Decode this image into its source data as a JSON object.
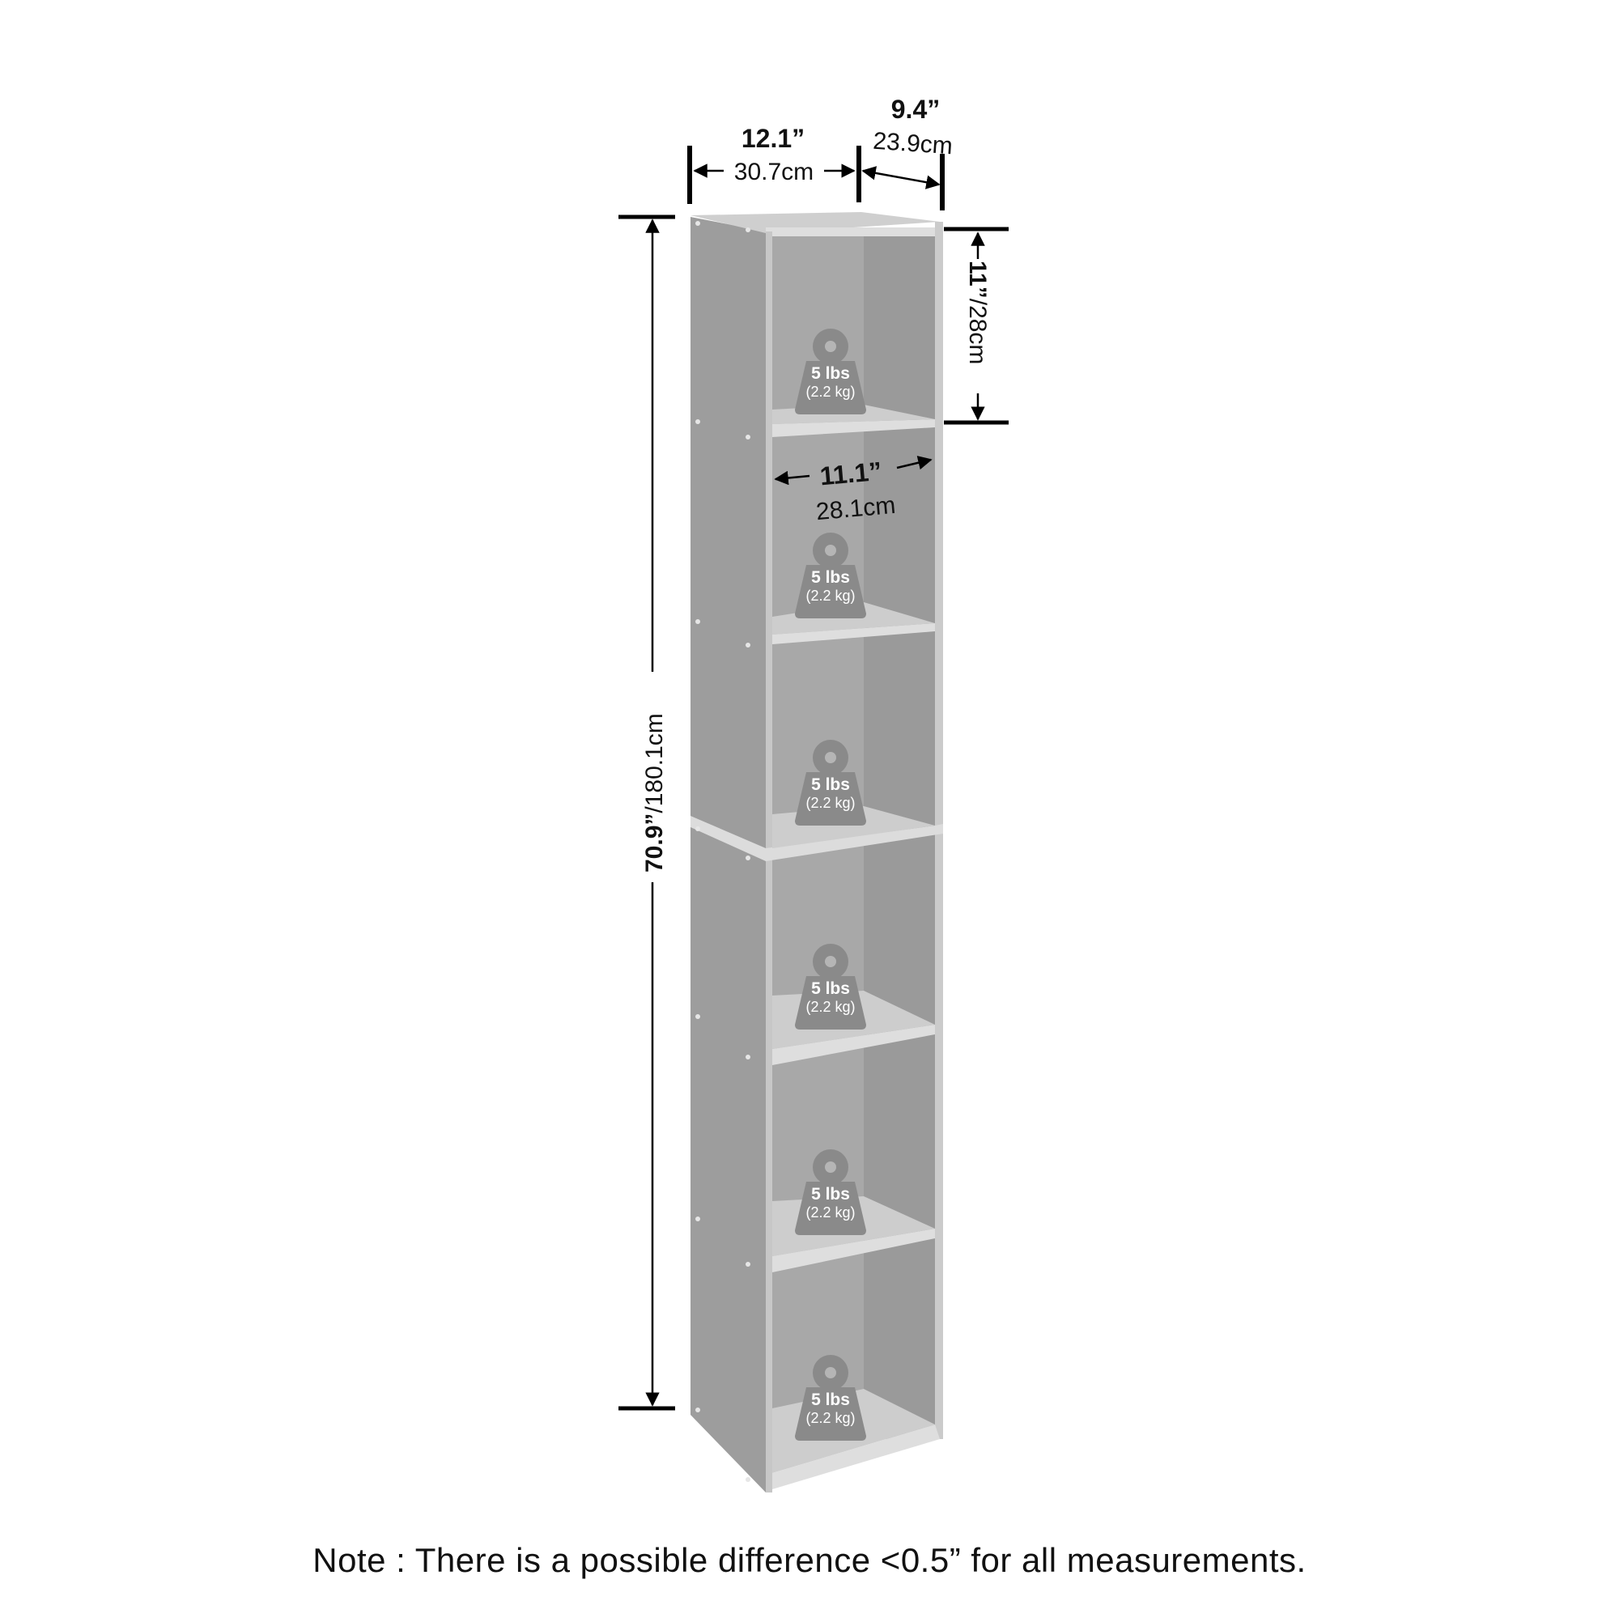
{
  "diagram": {
    "subject": "6-cube tall narrow bookcase / storage tower",
    "colors": {
      "background": "#ffffff",
      "panel_side": "#9d9d9d",
      "panel_back_left": "#a6a6a6",
      "panel_back_right": "#999999",
      "shelf_top_face": "#cfcfcf",
      "shelf_edge": "#dcdcdc",
      "front_edge": "#c8c8c8",
      "weight_icon": "#8a8a8a",
      "dimension_lines": "#000000"
    },
    "dimensions": {
      "width": {
        "imperial": "12.1”",
        "metric": "30.7cm"
      },
      "depth": {
        "imperial": "9.4”",
        "metric": "23.9cm"
      },
      "height": {
        "imperial": "70.9”",
        "separator": "/",
        "metric": "180.1cm"
      },
      "cube_height": {
        "imperial": "11”",
        "separator": "/",
        "metric": "28cm"
      },
      "inner_width": {
        "imperial": "11.1”",
        "metric": "28.1cm"
      }
    },
    "shelves": [
      {
        "index": 1,
        "weight": "5 lbs",
        "weight_metric": "(2.2 kg)"
      },
      {
        "index": 2,
        "weight": "5 lbs",
        "weight_metric": "(2.2 kg)"
      },
      {
        "index": 3,
        "weight": "5 lbs",
        "weight_metric": "(2.2 kg)"
      },
      {
        "index": 4,
        "weight": "5 lbs",
        "weight_metric": "(2.2 kg)"
      },
      {
        "index": 5,
        "weight": "5 lbs",
        "weight_metric": "(2.2 kg)"
      },
      {
        "index": 6,
        "weight": "5 lbs",
        "weight_metric": "(2.2 kg)"
      }
    ],
    "note": "Note : There is a possible difference <0.5” for all measurements."
  }
}
